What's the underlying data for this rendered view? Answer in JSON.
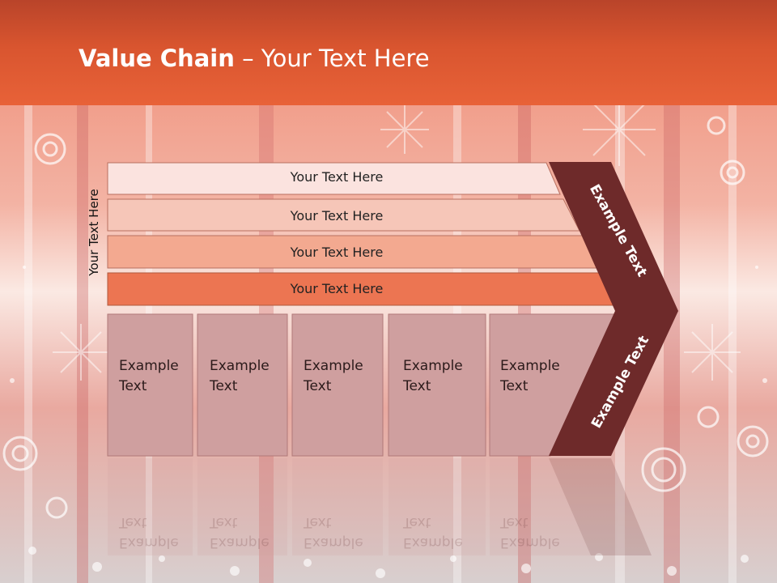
{
  "title": {
    "bold": "Value Chain",
    "rest": " – Your Text Here"
  },
  "side_label": "Your Text Here",
  "bars": [
    "Your Text Here",
    "Your Text Here",
    "Your Text Here",
    "Your Text Here"
  ],
  "boxes": [
    {
      "line1": "Example",
      "line2": "Text"
    },
    {
      "line1": "Example",
      "line2": "Text"
    },
    {
      "line1": "Example",
      "line2": "Text"
    },
    {
      "line1": "Example",
      "line2": "Text"
    },
    {
      "line1": "Example",
      "line2": "Text"
    }
  ],
  "chevron": {
    "top_label": "Example Text",
    "bottom_label": "Example Text"
  },
  "colors": {
    "header": "#d9552f",
    "bar1": "#fbe3df",
    "bar2": "#f6c6b8",
    "bar3": "#f3a990",
    "bar4": "#ec7552",
    "box": "#cf9f9f",
    "chevron": "#6e2a2a"
  }
}
